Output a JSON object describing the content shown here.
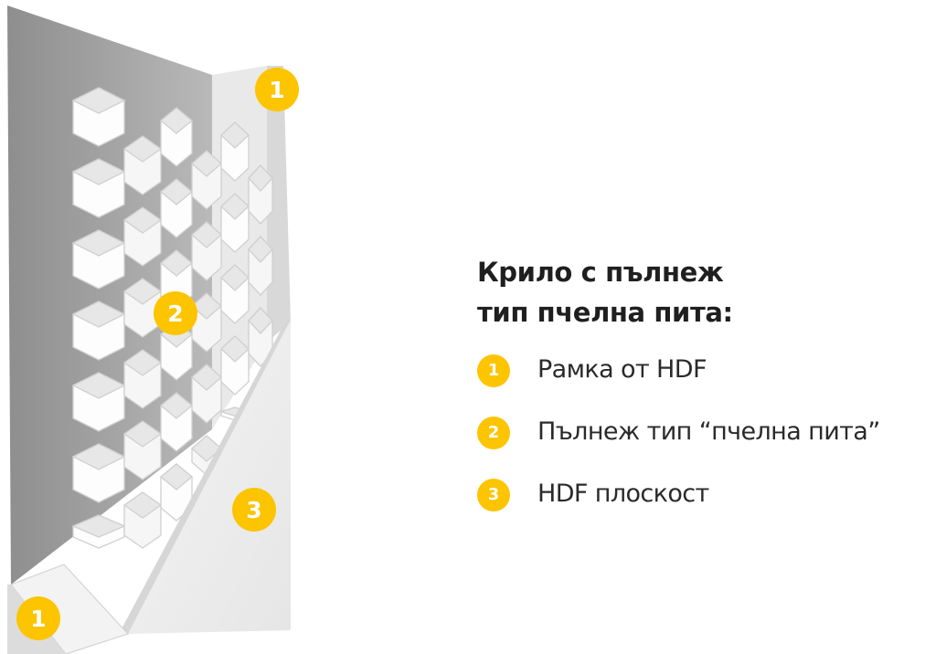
{
  "diagram": {
    "title_line1": "Крило с пълнеж",
    "title_line2": "тип пчелна пита:",
    "accent_color": "#fdc400",
    "parts": [
      {
        "number": "1",
        "label": "Рамка от HDF"
      },
      {
        "number": "2",
        "label": "Пълнеж тип “пчелна пита”"
      },
      {
        "number": "3",
        "label": "HDF плоскост"
      }
    ]
  }
}
